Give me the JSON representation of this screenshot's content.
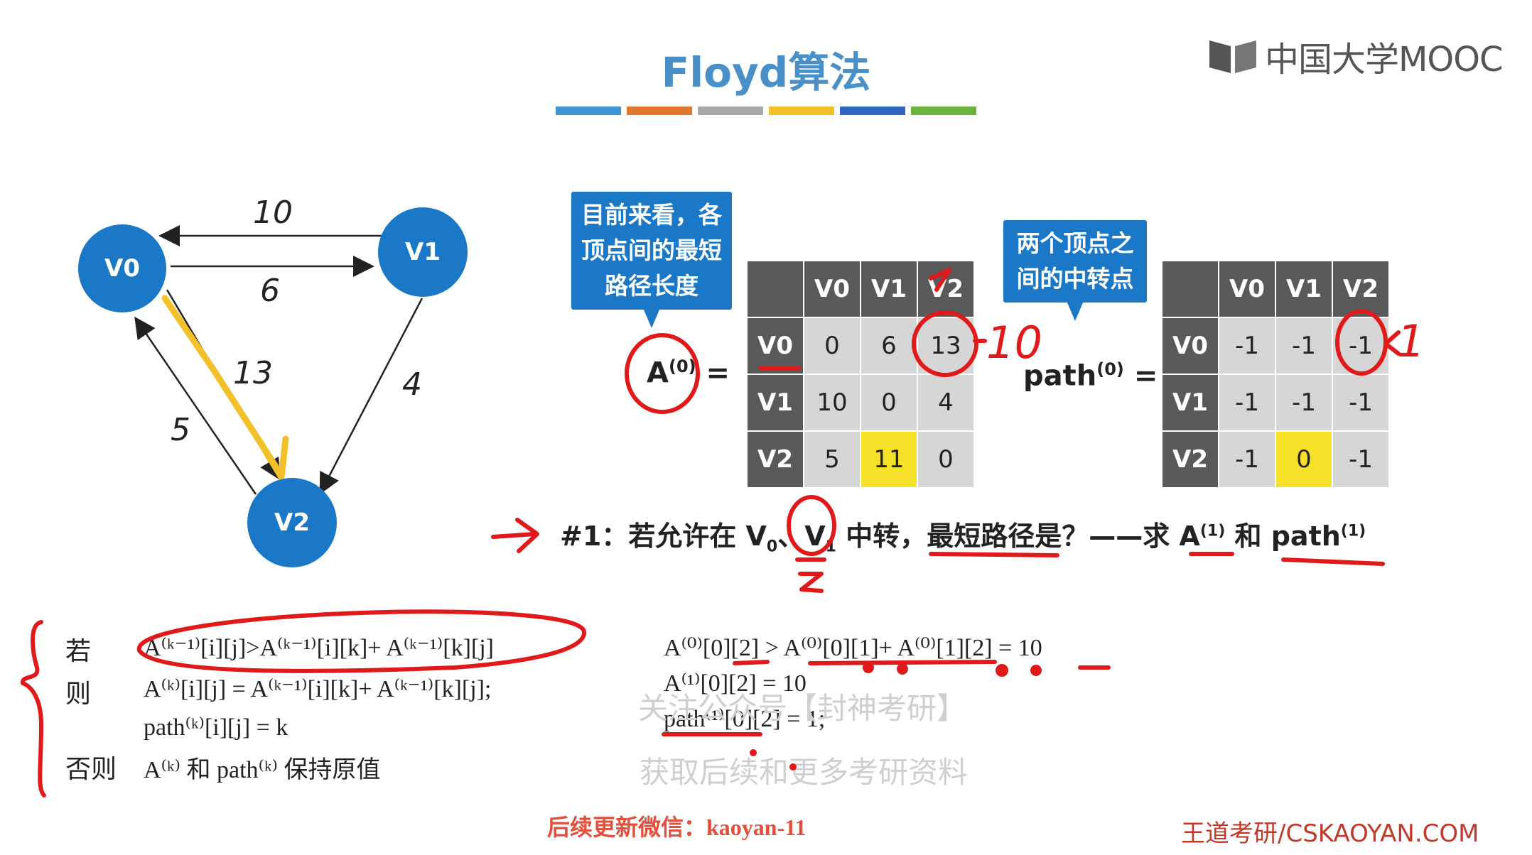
{
  "header": {
    "title": "Floyd算法",
    "logo_text": "中国大学MOOC",
    "color_bar": [
      "#3f95d6",
      "#e3772f",
      "#a8a8a8",
      "#f2c12a",
      "#2f64c0",
      "#6ab43e"
    ]
  },
  "graph": {
    "nodes": {
      "v0": "V0",
      "v1": "V1",
      "v2": "V2"
    },
    "edges": {
      "v1_v0": "10",
      "v0_v1": "6",
      "v0_v2": "13",
      "v1_v2": "4",
      "v2_v0": "5"
    }
  },
  "callouts": {
    "a_matrix": [
      "目前来看，各",
      "顶点间的最短",
      "路径长度"
    ],
    "path_matrix": [
      "两个顶点之",
      "间的中转点"
    ]
  },
  "matrix_a": {
    "label": "A",
    "label_sup": "(0)",
    "eq": "=",
    "headers": [
      "V0",
      "V1",
      "V2"
    ],
    "rows": [
      {
        "head": "V0",
        "cells": [
          "0",
          "6",
          "13"
        ]
      },
      {
        "head": "V1",
        "cells": [
          "10",
          "0",
          "4"
        ]
      },
      {
        "head": "V2",
        "cells": [
          "5",
          "11",
          "0"
        ]
      }
    ]
  },
  "matrix_path": {
    "label": "path",
    "label_sup": "(0)",
    "eq": "=",
    "headers": [
      "V0",
      "V1",
      "V2"
    ],
    "rows": [
      {
        "head": "V0",
        "cells": [
          "-1",
          "-1",
          "-1"
        ]
      },
      {
        "head": "V1",
        "cells": [
          "-1",
          "-1",
          "-1"
        ]
      },
      {
        "head": "V2",
        "cells": [
          "-1",
          "0",
          "-1"
        ]
      }
    ]
  },
  "annotations": {
    "a_new": "10",
    "path_new": "1"
  },
  "question": {
    "prefix": "#1：若允许在 V",
    "sub0": "0",
    "mid": "、V",
    "sub1": "1",
    "rest": " 中转，最短路径是？——求 A",
    "sup_a": "(1)",
    "and": " 和 path",
    "sup_p": "(1)"
  },
  "rule": {
    "if_kw": "若",
    "if_expr": "A⁽ᵏ⁻¹⁾[i][j]>A⁽ᵏ⁻¹⁾[i][k]+ A⁽ᵏ⁻¹⁾[k][j]",
    "then_kw": "则",
    "then_expr1": "A⁽ᵏ⁾[i][j] = A⁽ᵏ⁻¹⁾[i][k]+ A⁽ᵏ⁻¹⁾[k][j];",
    "then_expr2": "path⁽ᵏ⁾[i][j] = k",
    "else_kw": "否则",
    "else_expr": "A⁽ᵏ⁾ 和 path⁽ᵏ⁾ 保持原值"
  },
  "example": {
    "line1": "A⁽⁰⁾[0][2] > A⁽⁰⁾[0][1]+ A⁽⁰⁾[1][2] = 10",
    "line2": "A⁽¹⁾[0][2] = 10",
    "line3": "path⁽¹⁾[0][2] = 1;"
  },
  "watermarks": {
    "line1": "关注公众号【封神考研】",
    "line2": "获取后续和更多考研资料"
  },
  "footer": {
    "left": "后续更新微信：kaoyan-11",
    "right": "王道考研/CSKAOYAN.COM"
  }
}
